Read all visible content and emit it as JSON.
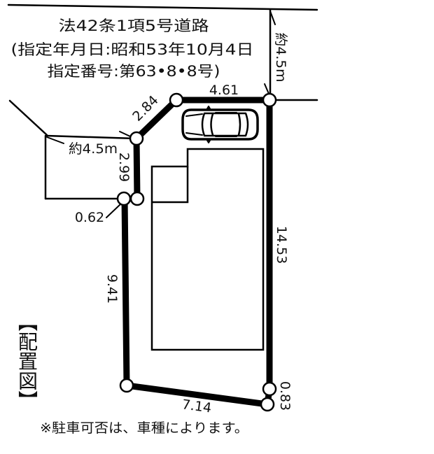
{
  "title": {
    "lines": [
      "法42条1項5号道路",
      "(指定年月日:昭和53年10月4日",
      "指定番号:第63•8•8号)"
    ]
  },
  "road": {
    "width_north": "約4.5m",
    "width_west": "約4.5m"
  },
  "dimensions": {
    "north": "4.61",
    "east": "14.53",
    "southeast": "0.83",
    "south": "7.14",
    "west": "9.41",
    "west_jog": "0.62",
    "northwest_vertical": "2.99",
    "northwest_diagonal": "2.84"
  },
  "section_label": "【配置図】",
  "note": "※駐車可否は、車種によります。",
  "icons": {
    "car": "car-top-view-icon",
    "vertex": "boundary-marker-circle"
  },
  "colors": {
    "line": "#000000",
    "background": "#ffffff",
    "vertex_fill": "#ffffff"
  }
}
